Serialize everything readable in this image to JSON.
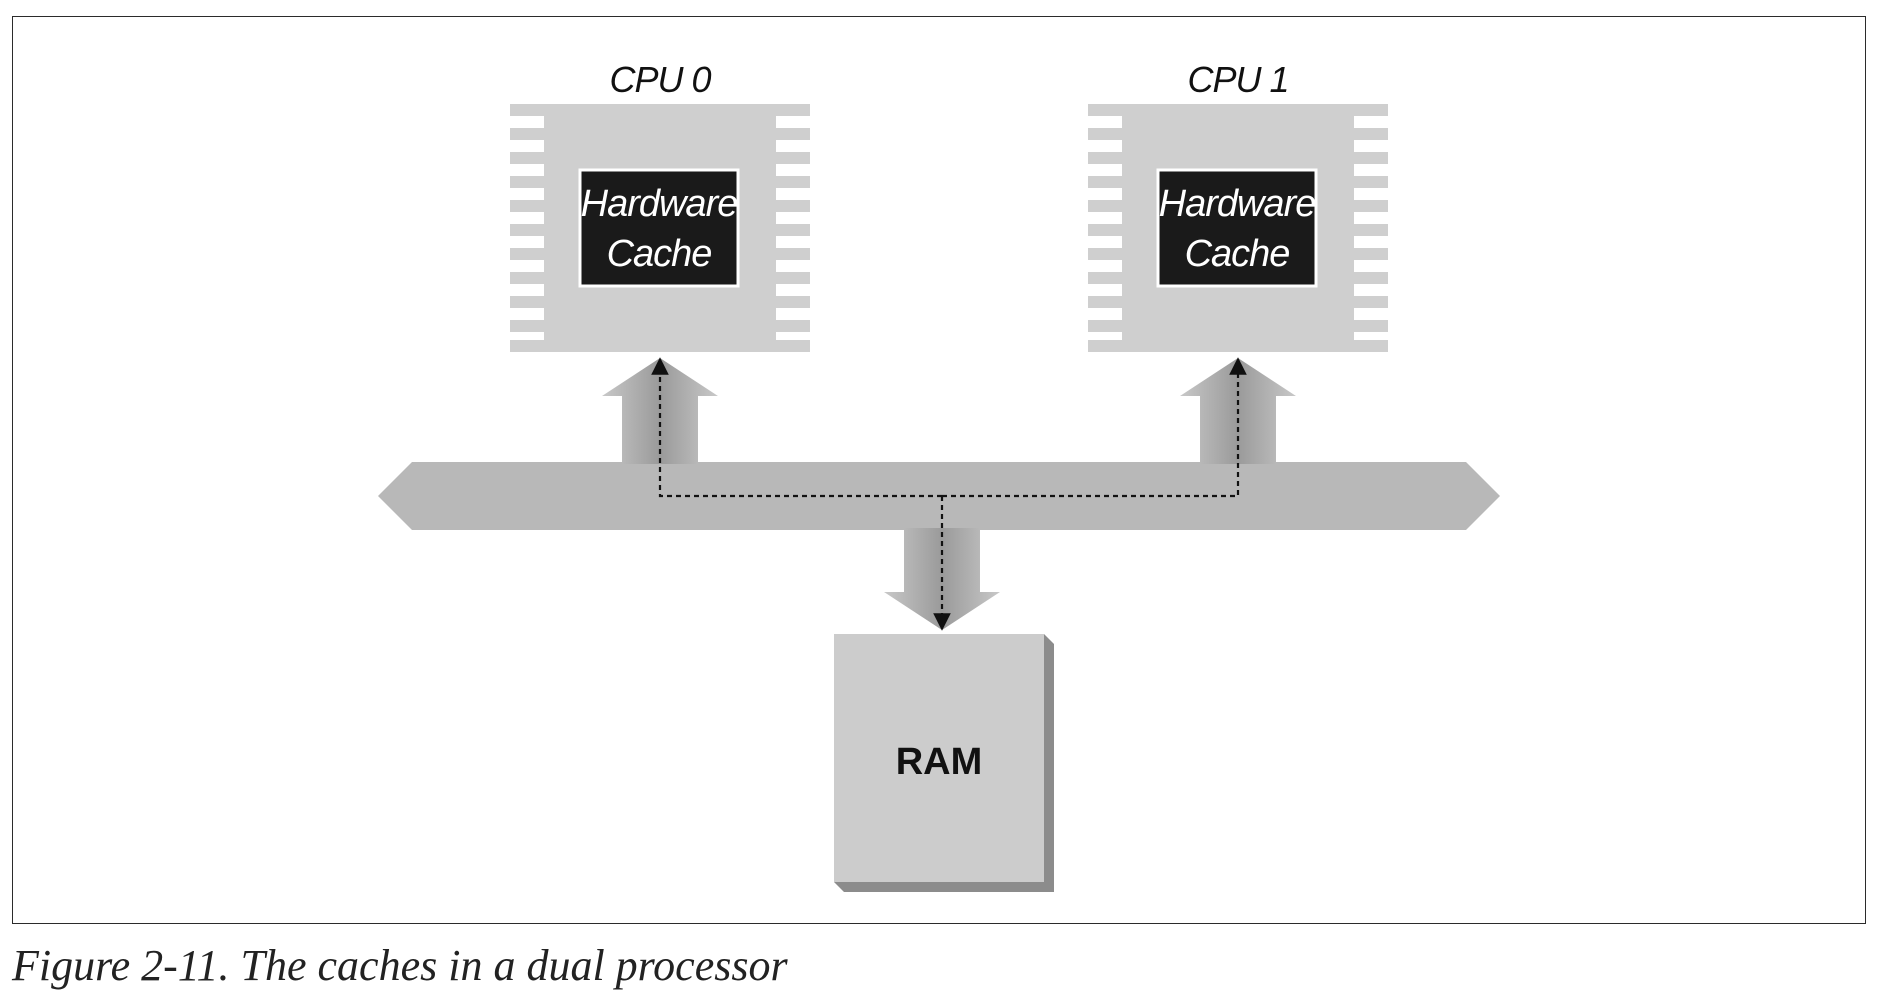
{
  "cpus": [
    {
      "title": "CPU 0",
      "cache_line1": "Hardware",
      "cache_line2": "Cache"
    },
    {
      "title": "CPU 1",
      "cache_line1": "Hardware",
      "cache_line2": "Cache"
    }
  ],
  "ram": {
    "label": "RAM"
  },
  "caption": "Figure 2-11. The caches in a dual processor",
  "colors": {
    "chip_fill": "#cfcfcf",
    "cache_fill": "#1a1a1a",
    "bus_fill": "#b8b8b8",
    "ram_fill": "#cccccc",
    "ram_shadow": "#8c8c8c",
    "frame_border": "#2b2b2b"
  },
  "connections": [
    {
      "from": "RAM",
      "to": "CPU 0",
      "style": "dashed-arrow"
    },
    {
      "from": "RAM",
      "to": "CPU 1",
      "style": "dashed-arrow"
    }
  ]
}
